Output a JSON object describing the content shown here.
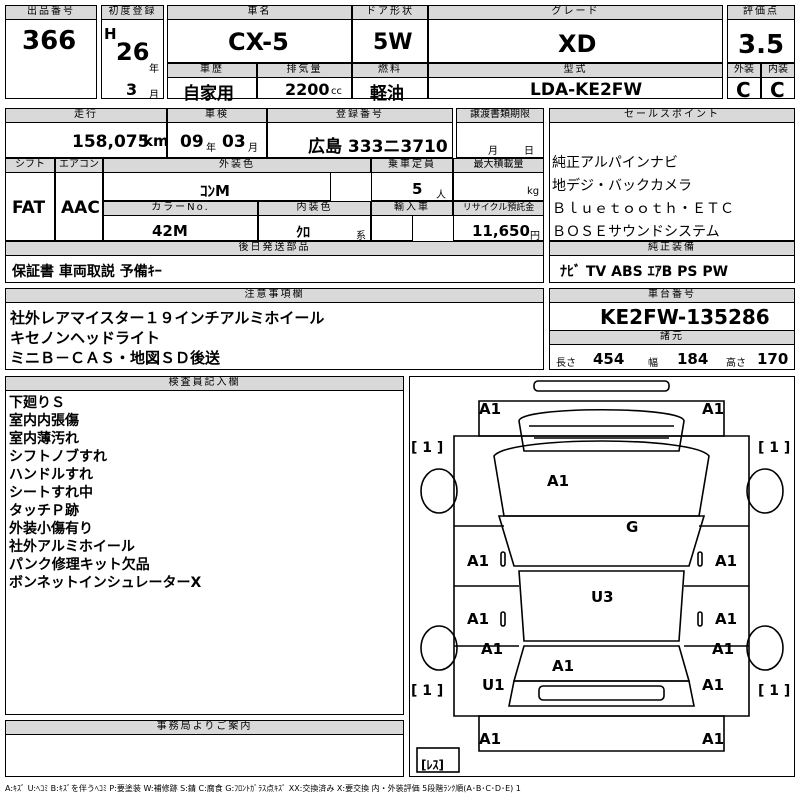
{
  "header": {
    "lot_no_label": "出品番号",
    "lot_no": "366",
    "first_reg_label": "初度登録",
    "era": "H",
    "year": "26",
    "year_unit": "年",
    "month": "3",
    "month_unit": "月",
    "car_name_label": "車名",
    "car_name": "CX-5",
    "door_label": "ドア形状",
    "door": "5W",
    "grade_label": "グレード",
    "grade": "XD",
    "score_label": "評価点",
    "score": "3.5",
    "history_label": "車歴",
    "history": "自家用",
    "displacement_label": "排気量",
    "displacement": "2200",
    "displacement_unit": "cc",
    "fuel_label": "燃料",
    "fuel": "軽油",
    "model_label": "型式",
    "model": "LDA-KE2FW",
    "exterior_label": "外装",
    "exterior": "C",
    "interior_label": "内装",
    "interior": "C"
  },
  "row2": {
    "mileage_label": "走行",
    "mileage": "158,075",
    "mileage_unit": "km",
    "inspection_label": "車検",
    "insp_year": "09",
    "insp_year_unit": "年",
    "insp_month": "03",
    "insp_month_unit": "月",
    "reg_no_label": "登録番号",
    "reg_no": "広島 333ニ3710",
    "transfer_label": "譲渡書類期限",
    "transfer_month_unit": "月",
    "transfer_day_unit": "日",
    "sales_label": "セールスポイント",
    "sales_points": [
      "純正アルパインナビ",
      "地デジ・バックカメラ",
      "Ｂｌｕｅｔｏｏｔｈ・ＥＴＣ",
      "ＢＯＳＥサウンドシステム"
    ]
  },
  "row3": {
    "shift_label": "シフト",
    "shift": "FAT",
    "ac_label": "エアコン",
    "ac": "AAC",
    "ext_color_label": "外装色",
    "ext_color": "ｺﾝM",
    "capacity_label": "乗車定員",
    "capacity": "5",
    "capacity_unit": "人",
    "max_load_label": "最大積載量",
    "max_load_unit": "kg",
    "color_no_label": "カラーNo.",
    "color_no": "42M",
    "int_color_label": "内装色",
    "int_color": "ｸﾛ",
    "int_color_unit": "系",
    "import_label": "輸入車",
    "recycle_label": "リサイクル預託金",
    "recycle": "11,650",
    "recycle_unit": "円"
  },
  "row4": {
    "later_label": "後日発送部品",
    "later": "保証書 車両取説 予備ｷｰ",
    "equip_label": "純正装備",
    "equip": "ﾅﾋﾞ TV ABS ｴｱB PS PW"
  },
  "notes": {
    "label": "注意事項欄",
    "lines": [
      "社外レアマイスター１９インチアルミホイール",
      "キセノンヘッドライト",
      "ミニＢ－ＣＡＳ・地図ＳＤ後送"
    ]
  },
  "chassis": {
    "label": "車台番号",
    "value": "KE2FW-135286",
    "dims_label": "諸元",
    "length_label": "長さ",
    "length": "454",
    "width_label": "幅",
    "width": "184",
    "height_label": "高さ",
    "height": "170"
  },
  "inspector": {
    "label": "検査員記入欄",
    "lines": [
      "下廻りＳ",
      "室内内張傷",
      "室内薄汚れ",
      "シフトノブすれ",
      "ハンドルすれ",
      "シートすれ中",
      "タッチＰ跡",
      "外装小傷有り",
      "社外アルミホイール",
      "パンク修理キット欠品",
      "ボンネットインシュレーターX"
    ]
  },
  "office": {
    "label": "事務局よりご案内"
  },
  "diagram": {
    "front_left": "A1",
    "front_right": "A1",
    "bonnet": "A1",
    "windshield": "G",
    "door_fl": "A1",
    "door_fr": "A1",
    "door_rl": "A1",
    "door_rr": "A1",
    "roof": "U3",
    "rear_left": "A1",
    "rear_right": "A1",
    "tailgate": "A1",
    "rear_left2": "U1",
    "bumper_rl": "A1",
    "bumper_rr": "A1",
    "wheel_fl": "[ 1 ]",
    "wheel_fr": "[ 1 ]",
    "wheel_rl": "[ 1 ]",
    "wheel_rr": "[ 1 ]",
    "spare": "[ﾚｽ]"
  },
  "legend": "A:ｷｽﾞ U:ﾍｺﾐ B:ｷｽﾞを伴うﾍｺﾐ P:要塗装 W:補修跡 S:錆 C:腐食 G:ﾌﾛﾝﾄｶﾞﾗｽ点ｷｽﾞ XX:交換済み X:要交換  内・外装評価 5段階ﾗﾝｸ順(A･B･C･D･E) 1"
}
